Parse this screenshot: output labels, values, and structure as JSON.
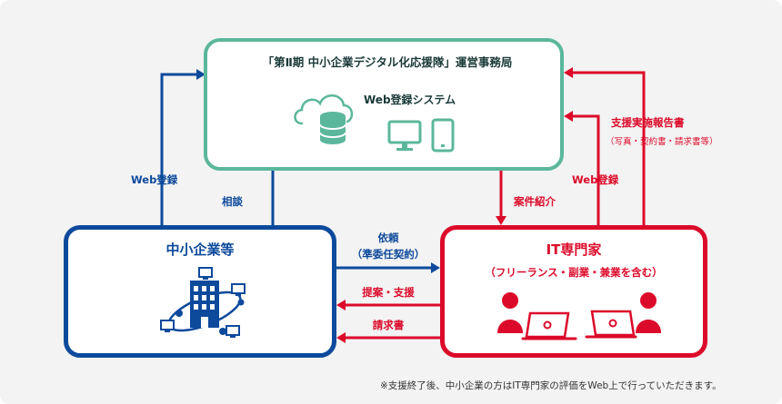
{
  "office": {
    "title": "「第Ⅱ期 中小企業デジタル化応援隊」運営事務局",
    "system": "Web登録システム"
  },
  "sme": {
    "title": "中小企業等"
  },
  "it_expert": {
    "title": "IT専門家",
    "subtitle": "（フリーランス・副業・兼業を含む）"
  },
  "arrows": {
    "sme_web_register": "Web登録",
    "consult": "相談",
    "case_intro": "案件紹介",
    "it_web_register": "Web登録",
    "support_report": "支援実施報告書",
    "support_report_detail": "（写真・契約書・請求書等）",
    "request_line1": "依頼",
    "request_line2": "（準委任契約）",
    "proposal_support": "提案・支援",
    "invoice": "請求書"
  },
  "note": "※支援終了後、中小企業の方はIT専門家の評価をWeb上で行っていただきます。",
  "colors": {
    "office_border": "#5bb79b",
    "sme_blue": "#0d4a9c",
    "it_red": "#dc0a2a",
    "background": "#f3f3f3"
  },
  "icons": [
    "cloud-database-icon",
    "desktop-monitor-icon",
    "tablet-icon",
    "building-network-icon",
    "person-laptop-icon"
  ]
}
